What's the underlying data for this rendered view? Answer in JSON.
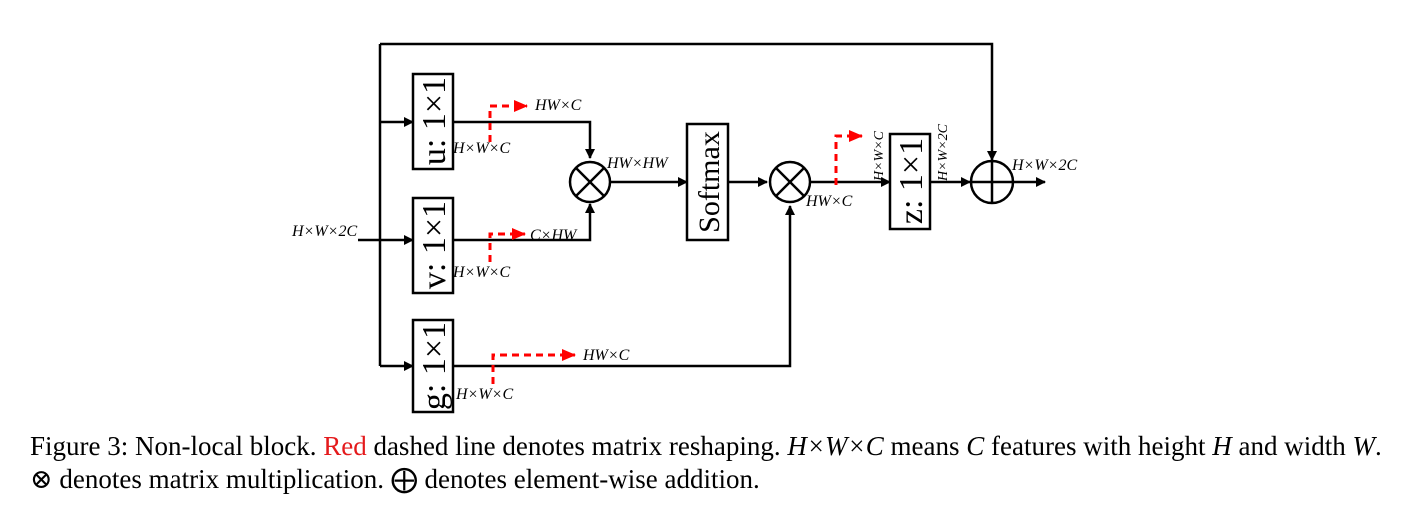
{
  "diagram": {
    "colors": {
      "line": "#000000",
      "reshape": "#ff0000"
    },
    "input_label": "H×W×2C",
    "output_label": "H×W×2C",
    "blocks": {
      "u": "u: 1×1",
      "v": "v: 1×1",
      "g": "g: 1×1",
      "softmax": "Softmax",
      "z": "z: 1×1"
    },
    "labels": {
      "u_out": "H×W×C",
      "u_reshape": "HW×C",
      "v_out": "H×W×C",
      "v_reshape": "C×HW",
      "g_out": "H×W×C",
      "g_reshape": "HW×C",
      "mult1_out": "HW×HW",
      "mult2_out": "HW×C",
      "z_in": "H×W×C",
      "z_out": "H×W×2C"
    },
    "operators": {
      "multiply": "matrix-multiplication-icon",
      "add": "element-wise-addition-icon"
    }
  },
  "caption": {
    "prefix": "Figure 3: Non-local block.",
    "red_word": "Red",
    "part1": "dashed line denotes matrix reshaping.",
    "dims": "H×W×C",
    "part2": "means",
    "c": "C",
    "part3": "features with height",
    "h": "H",
    "part4": "and width",
    "w": "W",
    "part5": ". ⊗ denotes matrix multiplication. ⨁ denotes element-wise addition."
  }
}
